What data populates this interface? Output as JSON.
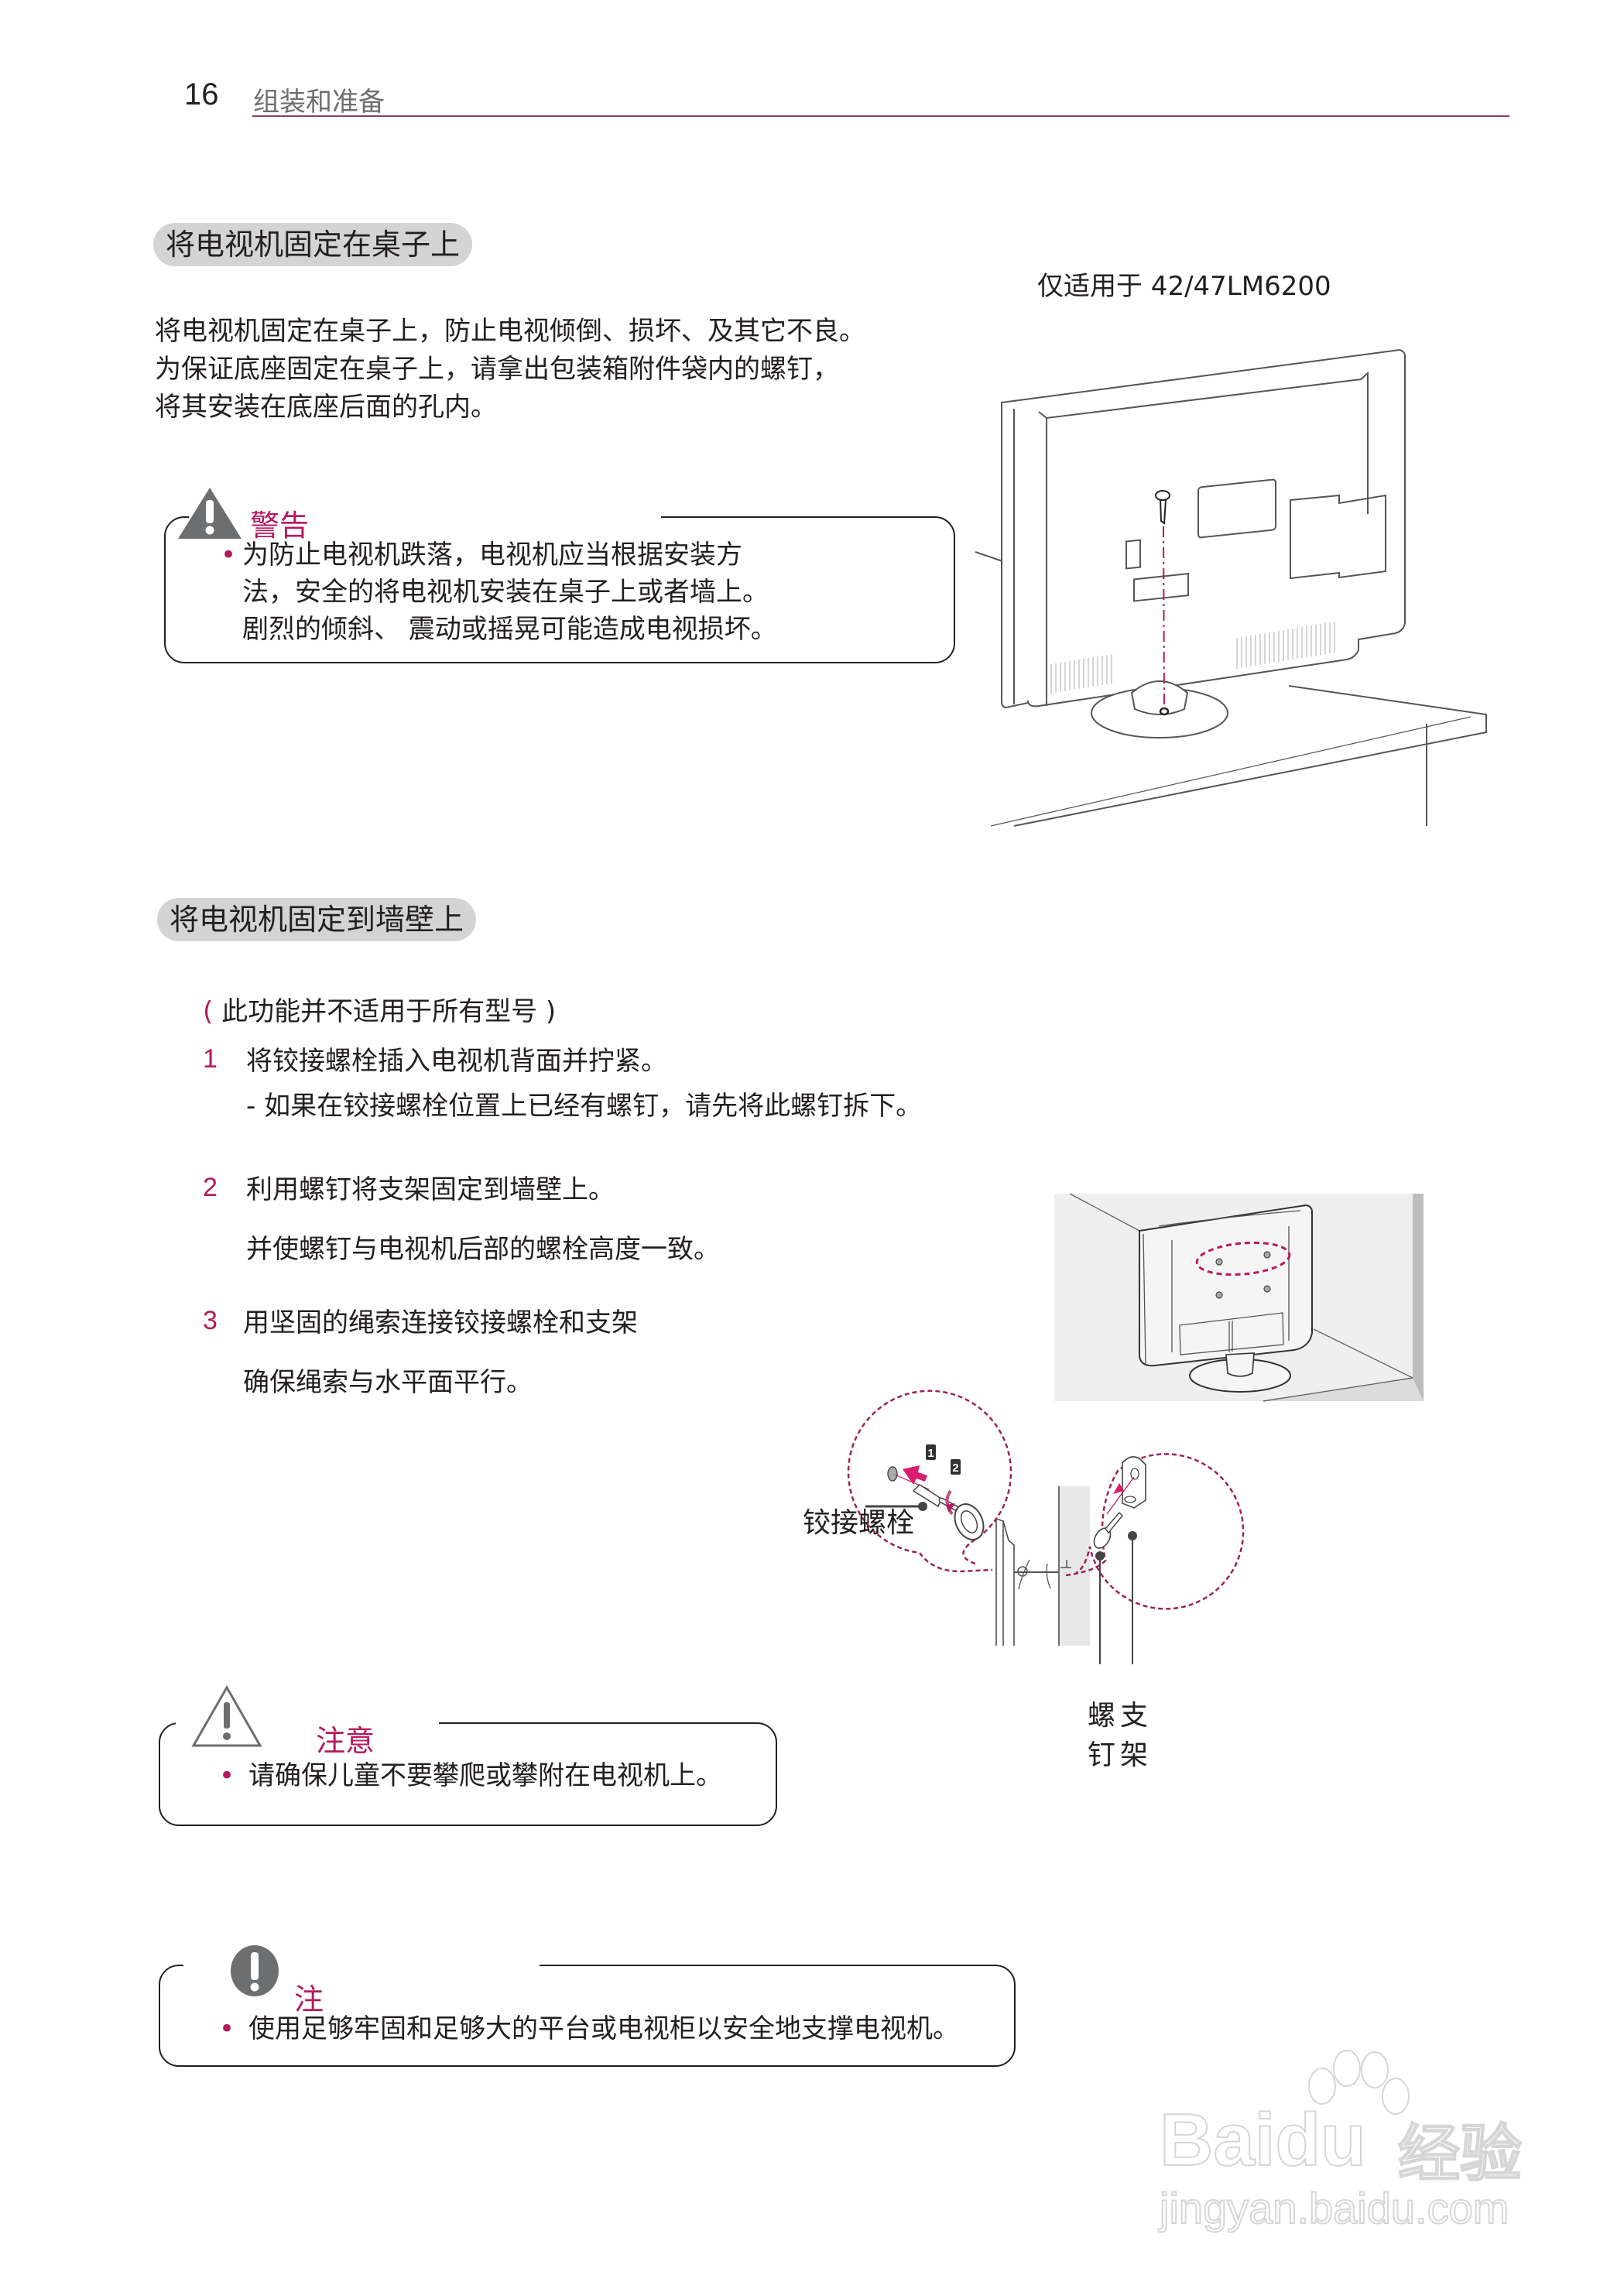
{
  "header": {
    "page_number": "16",
    "chapter_title": "组装和准备"
  },
  "section_desk": {
    "title": "将电视机固定在桌子上",
    "applies_to": "仅适用于 42/47LM6200",
    "paragraph": [
      "将电视机固定在桌子上，防止电视倾倒、损坏、及其它不良。",
      "为保证底座固定在桌子上，请拿出包装箱附件袋内的螺钉，",
      "将其安装在底座后面的孔内。"
    ],
    "warning": {
      "icon": "warning-triangle-filled-icon",
      "title": "警告",
      "bullet": "•",
      "lines": [
        "为防止电视机跌落，电视机应当根据安装方",
        "法，安全的将电视机安装在桌子上或者墙上。",
        "剧烈的倾斜、 震动或摇晃可能造成电视损坏。"
      ]
    }
  },
  "section_wall": {
    "title": "将电视机固定到墙壁上",
    "disclaimer_open": "(",
    "disclaimer": " 此功能并不适用于所有型号 )",
    "steps": [
      {
        "num": "1",
        "text": "将铰接螺栓插入电视机背面并拧紧。",
        "sub": "- 如果在铰接螺栓位置上已经有螺钉，请先将此螺钉拆下。"
      },
      {
        "num": "2",
        "text": "利用螺钉将支架固定到墙壁上。",
        "sub": "并使螺钉与电视机后部的螺栓高度一致。"
      },
      {
        "num": "3",
        "text": "用坚固的绳索连接铰接螺栓和支架",
        "sub": "确保绳索与水平面平行。"
      }
    ],
    "diagram_labels": {
      "eye_bolt": "铰接螺栓",
      "screw_line1": "螺",
      "screw_line2": "钉",
      "bracket_line1": "支",
      "bracket_line2": "架",
      "badge1": "1",
      "badge2": "2"
    }
  },
  "caution": {
    "icon": "caution-triangle-outline-icon",
    "title": "注意",
    "bullet": "•",
    "text": "请确保儿童不要攀爬或攀附在电视机上。"
  },
  "note": {
    "icon": "exclamation-circle-icon",
    "title": "注",
    "bullet": "•",
    "text": "使用足够牢固和足够大的平台或电视柜以安全地支撑电视机。"
  },
  "watermark": {
    "brand": "Baidu",
    "brand_cn": "经验",
    "url": "jingyan.baidu.com"
  },
  "colors": {
    "accent": "#b5195e",
    "rule": "#8c3b6e",
    "pill_bg": "#d4d4d4",
    "text": "#231f20",
    "icon_gray": "#6d6e70"
  }
}
